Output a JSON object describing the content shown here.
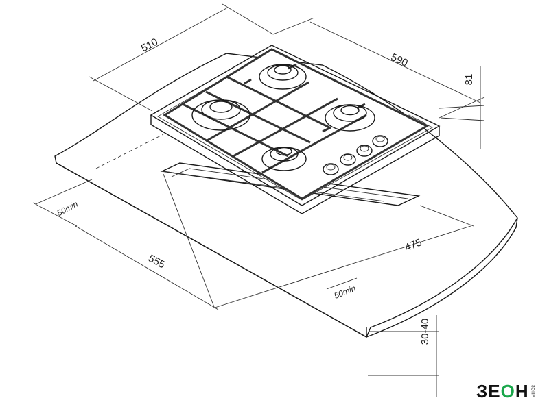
{
  "dimensions": {
    "hob_depth": "510",
    "hob_width": "590",
    "hob_height": "81",
    "clearance_back": "50min",
    "cutout_width": "555",
    "cutout_depth": "475",
    "clearance_front": "50min",
    "worktop_thickness": "30-40"
  },
  "logo": {
    "main_prefix": "ЗЕ",
    "main_mid": "О",
    "main_suffix": "Н",
    "sub": "ЗОНА"
  },
  "colors": {
    "line": "#1a1a1a",
    "logo_accent": "#19a64a"
  }
}
